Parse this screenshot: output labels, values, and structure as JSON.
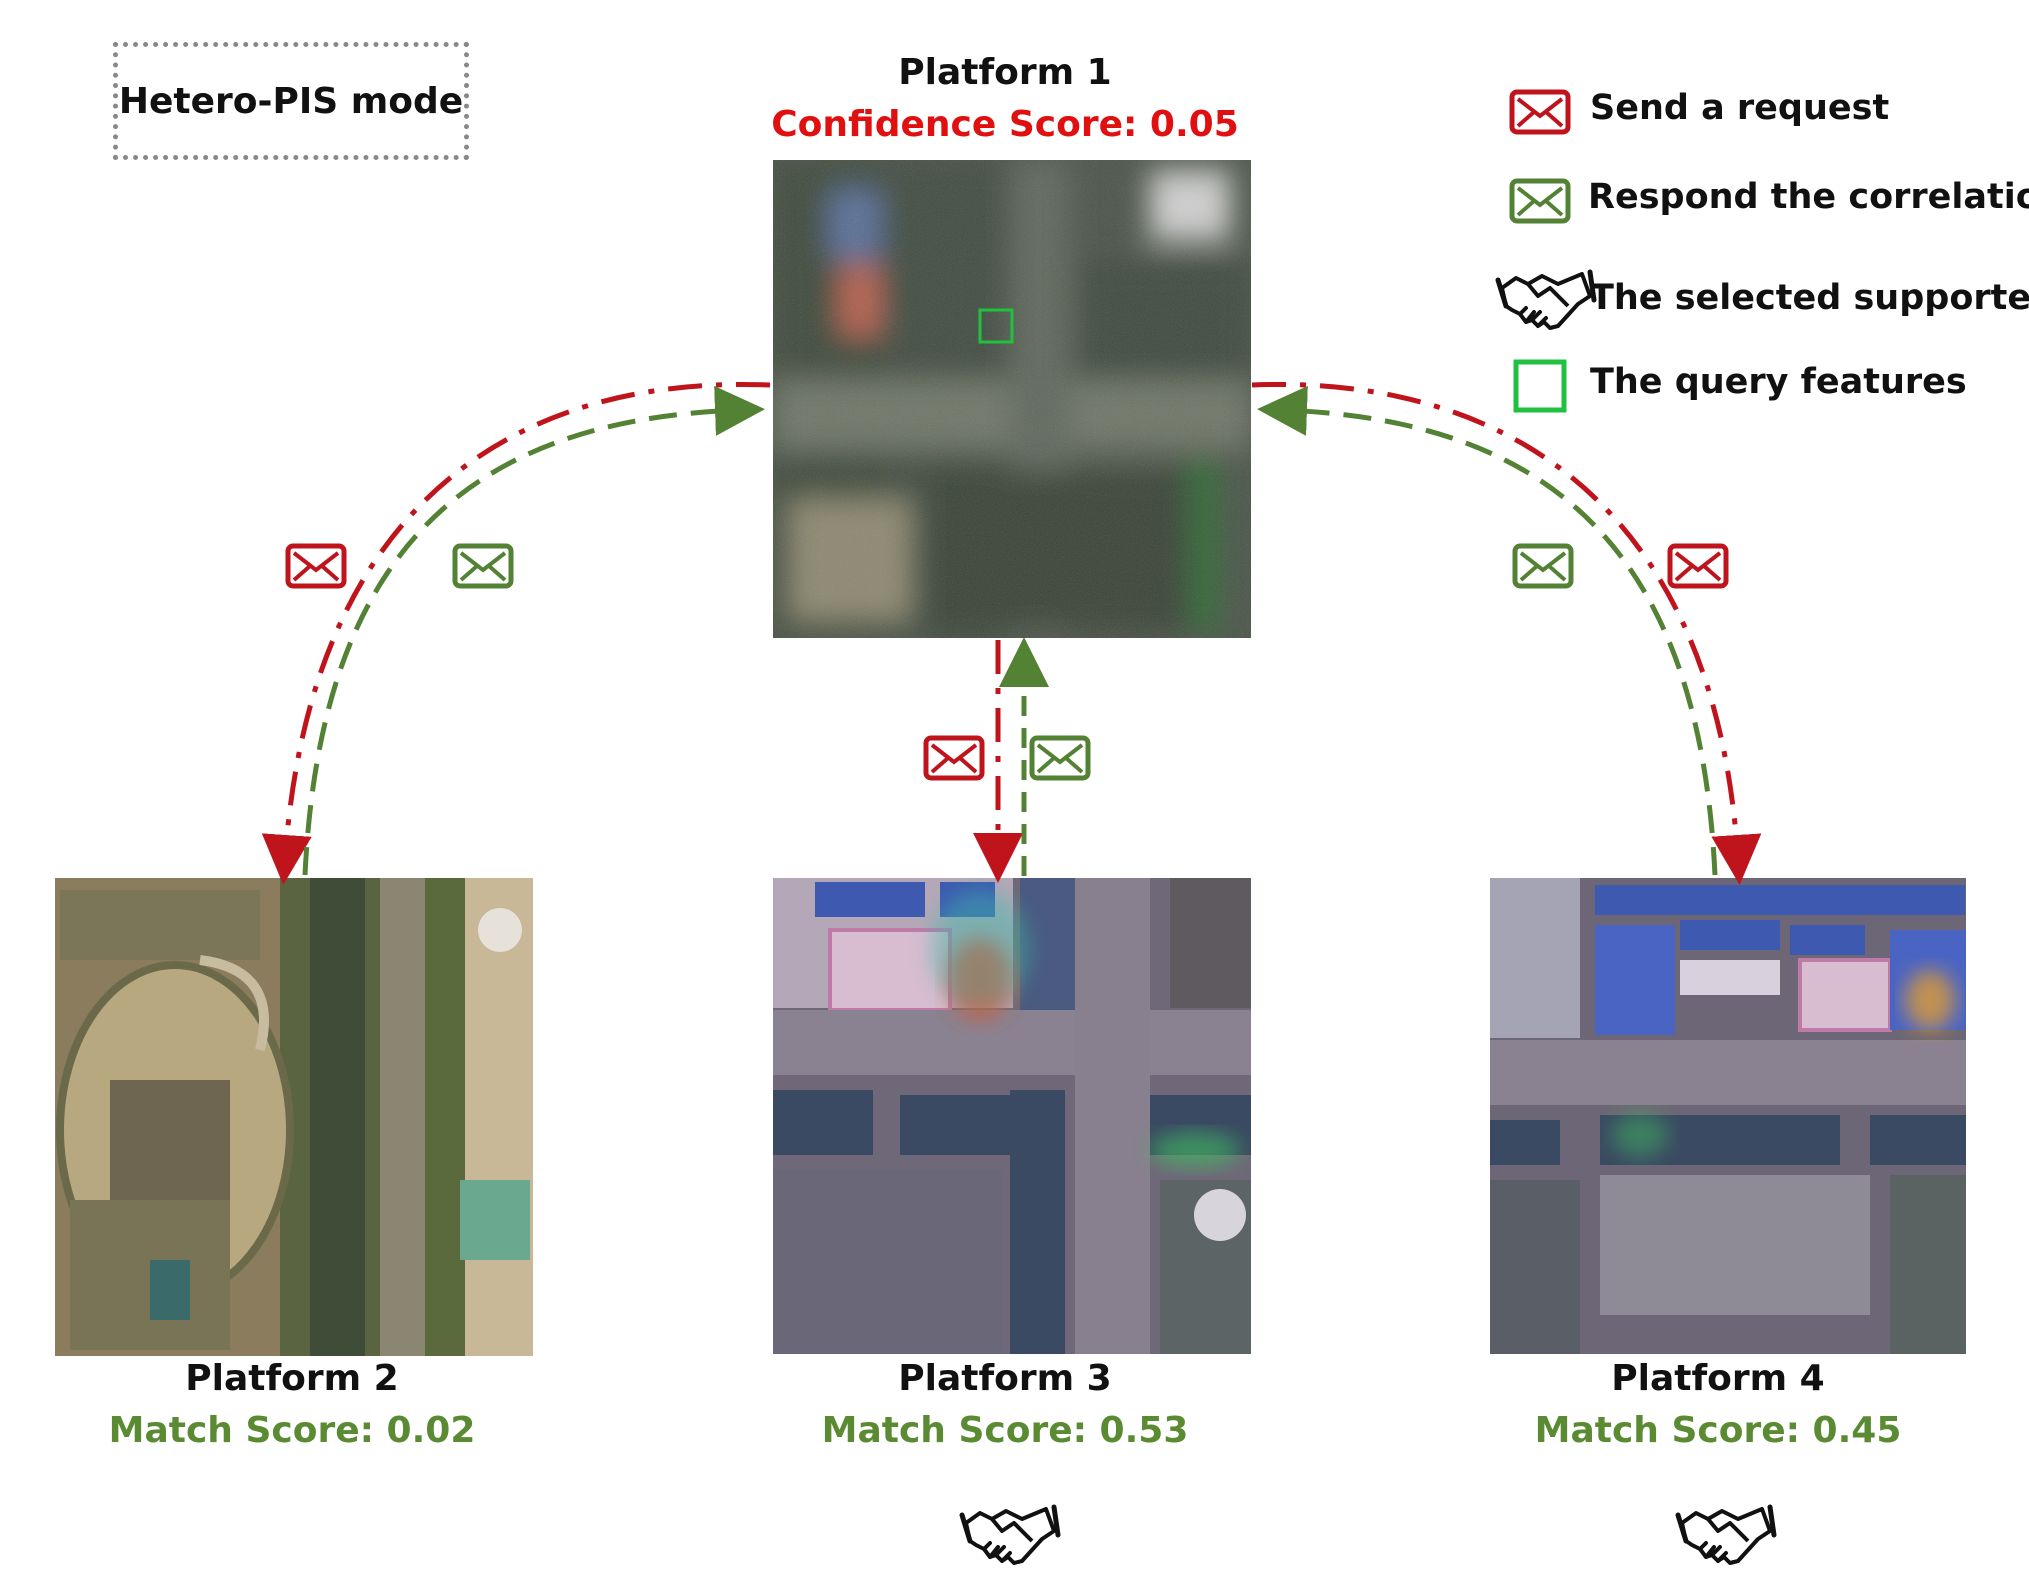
{
  "mode_label": "Hetero-PIS mode",
  "platforms": [
    {
      "title": "Platform 1",
      "score_text": "Confidence Score: 0.05",
      "score_color": "#e01010"
    },
    {
      "title": "Platform 2",
      "score_text": "Match Score: 0.02",
      "score_color": "#5a8a32"
    },
    {
      "title": "Platform 3",
      "score_text": "Match Score: 0.53",
      "score_color": "#5a8a32",
      "selected_supporter": true
    },
    {
      "title": "Platform 4",
      "score_text": "Match Score: 0.45",
      "score_color": "#5a8a32",
      "selected_supporter": true
    }
  ],
  "legend": [
    {
      "icon": "red-envelope-icon",
      "label": "Send a request"
    },
    {
      "icon": "green-envelope-icon",
      "label": "Respond the correlation"
    },
    {
      "icon": "handshake-icon",
      "label": "The selected supporter"
    },
    {
      "icon": "green-square-icon",
      "label": "The query features"
    }
  ],
  "colors": {
    "request": "#c0141c",
    "response": "#548235",
    "query_box": "#22c040"
  }
}
